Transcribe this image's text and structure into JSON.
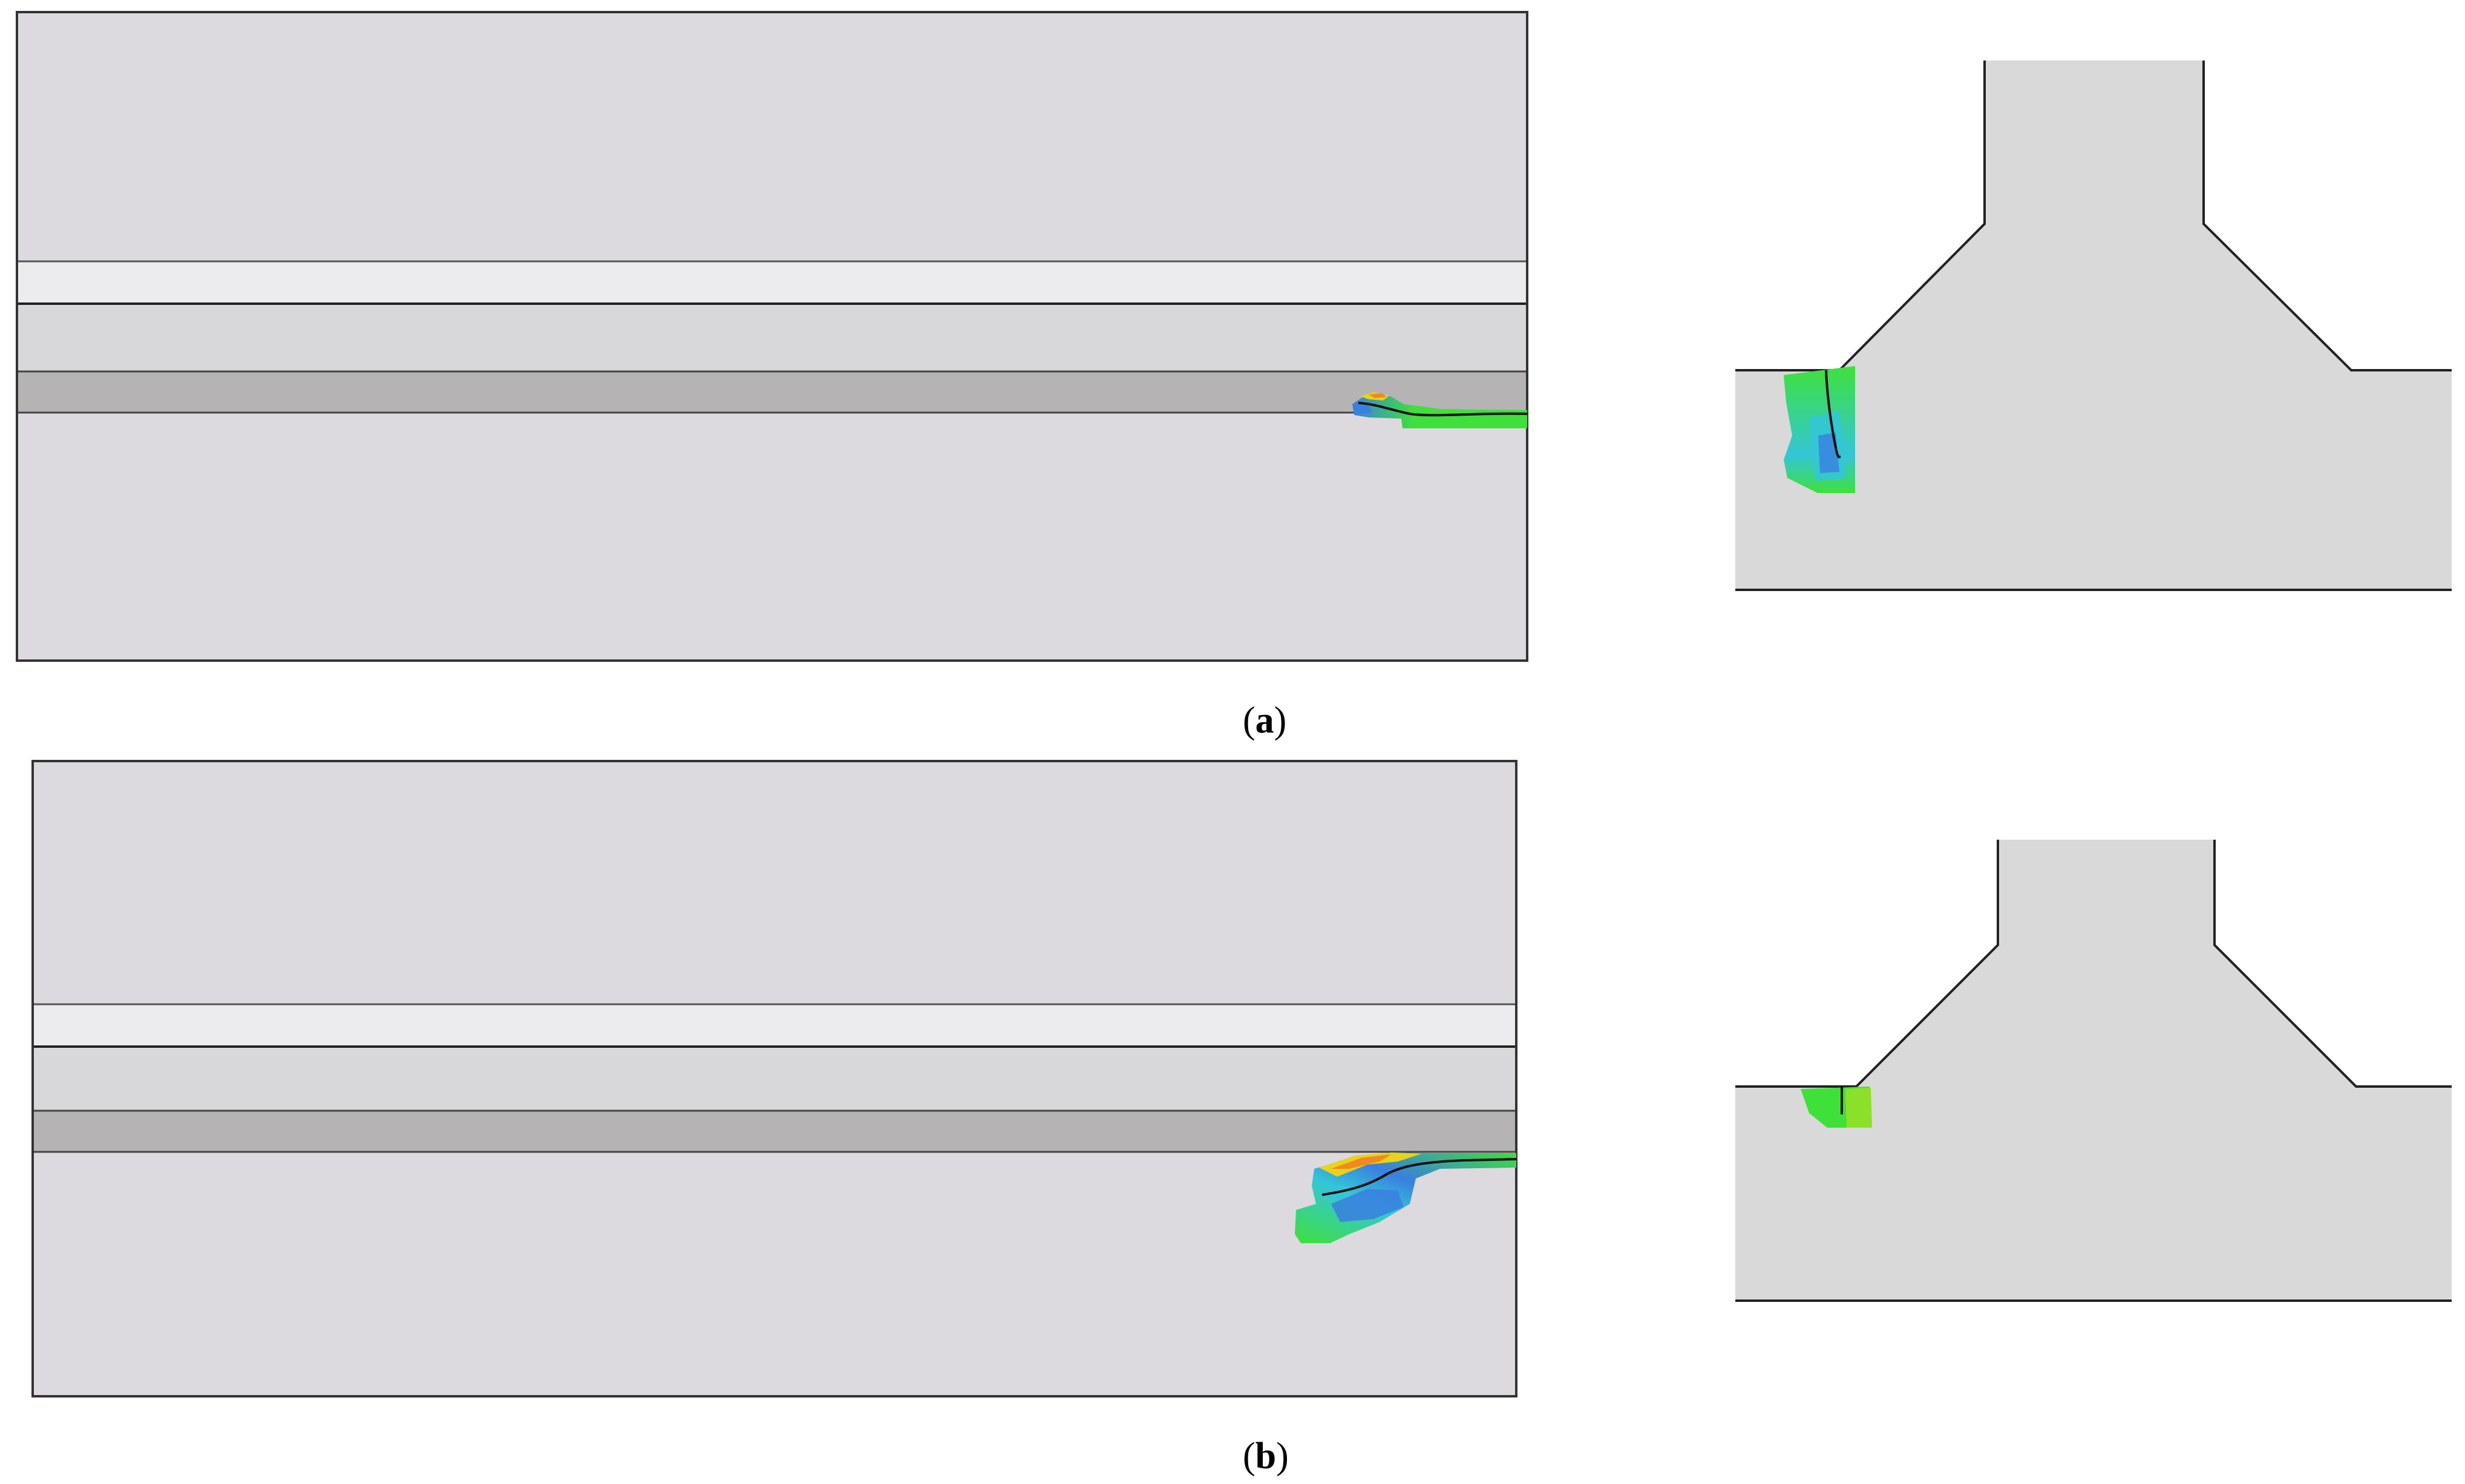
{
  "figure": {
    "panels": [
      {
        "id": "a",
        "label": "a"
      },
      {
        "id": "b",
        "label": "b"
      }
    ]
  },
  "colors": {
    "background": "#ffffff",
    "plate": "#dcdadf",
    "light_band": "#ecebee",
    "mid_band": "#d8d7da",
    "dark_band": "#b5b3b4",
    "t_section": "#d9d9d9",
    "outline": "#333333",
    "crack_line": "#111111",
    "contour_green": "#3fe03a",
    "contour_lime": "#8ce02a",
    "contour_yellow": "#e8d21c",
    "contour_orange": "#f08a1e",
    "contour_cyan": "#33c6d8",
    "contour_blue": "#3a7fe0"
  }
}
